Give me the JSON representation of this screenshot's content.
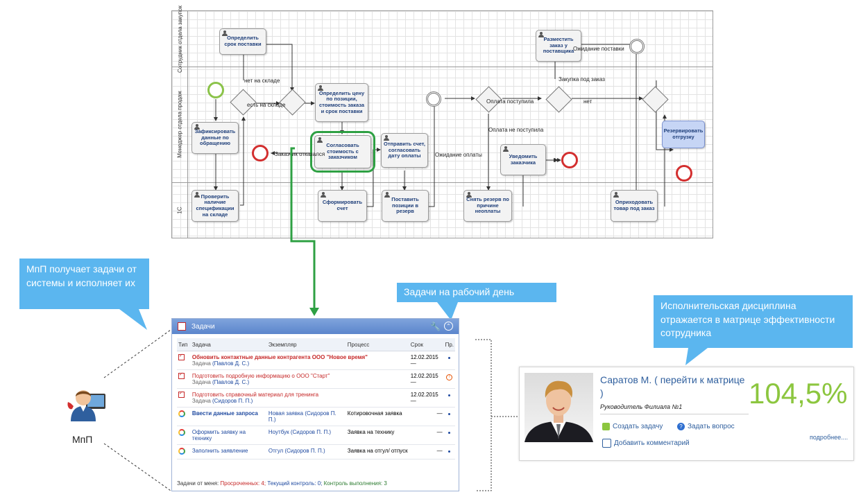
{
  "bpmn": {
    "lanes": [
      {
        "label": "Сотрудник отдела закупок"
      },
      {
        "label": "Менеджер отдела продаж"
      },
      {
        "label": "1С"
      }
    ],
    "tasks": {
      "t1": "Определить срок поставки",
      "t2": "Определить цену по позиции, стоимость заказа и срок поставки",
      "t3": "Зафиксировать данные по обращению",
      "t4": "Согласовать стоимость с заказчиком",
      "t5": "Отправить счет, согласовать дату оплаты",
      "t6": "Проверить наличие спецификации на складе",
      "t7": "Сформировать счет",
      "t8": "Поставить позиции в резерв",
      "t9": "Уведомить заказчика",
      "t10": "Снять резерв по причине неоплаты",
      "t11": "Разместить заказ у поставщика",
      "t12": "Резервировать отгрузку",
      "t13": "Оприходовать товар под заказ"
    },
    "labels": {
      "l1": "нет на складе",
      "l2": "есть на складе",
      "l3": "Заказчик отказался",
      "l4": "Оплата поступила",
      "l5": "Оплата не поступила",
      "l6": "Ожидание оплаты",
      "l7": "Закупка под заказ",
      "l8": "нет",
      "l9": "Ожидание поставки"
    }
  },
  "callouts": {
    "mpp": "МпП получает задачи от системы и исполняет их",
    "tasks_day": "Задачи на рабочий день",
    "discipline": "Исполнительская дисциплина отражается в матрице эффективности сотрудника"
  },
  "user": {
    "label": "МпП"
  },
  "panel": {
    "title": "Задачи",
    "columns": [
      "Тип",
      "Задача",
      "Экземпляр",
      "Процесс",
      "Срок",
      "Пр."
    ],
    "rows": [
      {
        "task": "Обновить контактные данные контрагента ООО \"Новое время\"",
        "sub_prefix": "Задача",
        "sub_person": "(Павлов Д. С.)",
        "instance": "",
        "process": "",
        "date": "12.02.2015",
        "dash": "—"
      },
      {
        "task": "Подготовить подробную информацию о ООО \"Старт\"",
        "sub_prefix": "Задача",
        "sub_person": "(Павлов Д. С.)",
        "instance": "",
        "process": "",
        "date": "12.02.2015",
        "dash": "—"
      },
      {
        "task": "Подготовить справочный материал для тренинга",
        "sub_prefix": "Задача",
        "sub_person": "(Сидоров П. П.)",
        "instance": "",
        "process": "",
        "date": "12.02.2015",
        "dash": "—"
      },
      {
        "task": "Ввести данные запроса",
        "sub_prefix": "",
        "sub_person": "",
        "instance_link": "Новая заявка",
        "instance_person": "(Сидоров П. П.)",
        "process": "Котировочная заявка",
        "date": "",
        "dash": "—"
      },
      {
        "task": "Оформить заявку на технику",
        "sub_prefix": "",
        "sub_person": "",
        "instance_link": "Ноутбук",
        "instance_person": "(Сидоров П. П.)",
        "process": "Заявка на технику",
        "date": "",
        "dash": "—"
      },
      {
        "task": "Заполнить заявление",
        "sub_prefix": "",
        "sub_person": "",
        "instance_link": "Отгул",
        "instance_person": "(Сидоров П. П.)",
        "process": "Заявка на отгул/ отпуск",
        "date": "",
        "dash": "—"
      }
    ],
    "footer": {
      "prefix": "Задачи от меня:",
      "overdue": "Просроченных: 4;",
      "current": "Текущий контроль: 0;",
      "done": "Контроль выполнения: 3"
    }
  },
  "card": {
    "name": "Саратов М. (",
    "link": "перейти к матрице",
    "close": ")",
    "role": "Руководитель Филиала №1",
    "score": "104,5%",
    "action_task": "Создать задачу",
    "action_question": "Задать вопрос",
    "action_comment": "Добавить комментарий",
    "more": "подробнее...."
  },
  "colors": {
    "callout": "#5bb6ef",
    "highlight": "#2ea043",
    "score": "#8cc63f",
    "link": "#1f4aa0",
    "overdue": "#c62828"
  }
}
